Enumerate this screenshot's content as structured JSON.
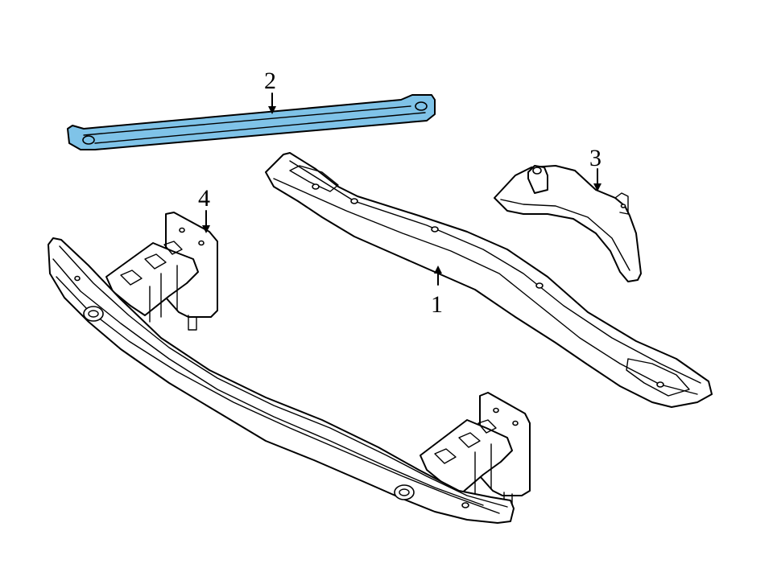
{
  "diagram": {
    "callouts": [
      {
        "id": "1",
        "label": "1"
      },
      {
        "id": "2",
        "label": "2"
      },
      {
        "id": "3",
        "label": "3"
      },
      {
        "id": "4",
        "label": "4"
      }
    ],
    "highlight_color": "#7fc3e8",
    "line_color": "#000000",
    "background": "#ffffff"
  }
}
